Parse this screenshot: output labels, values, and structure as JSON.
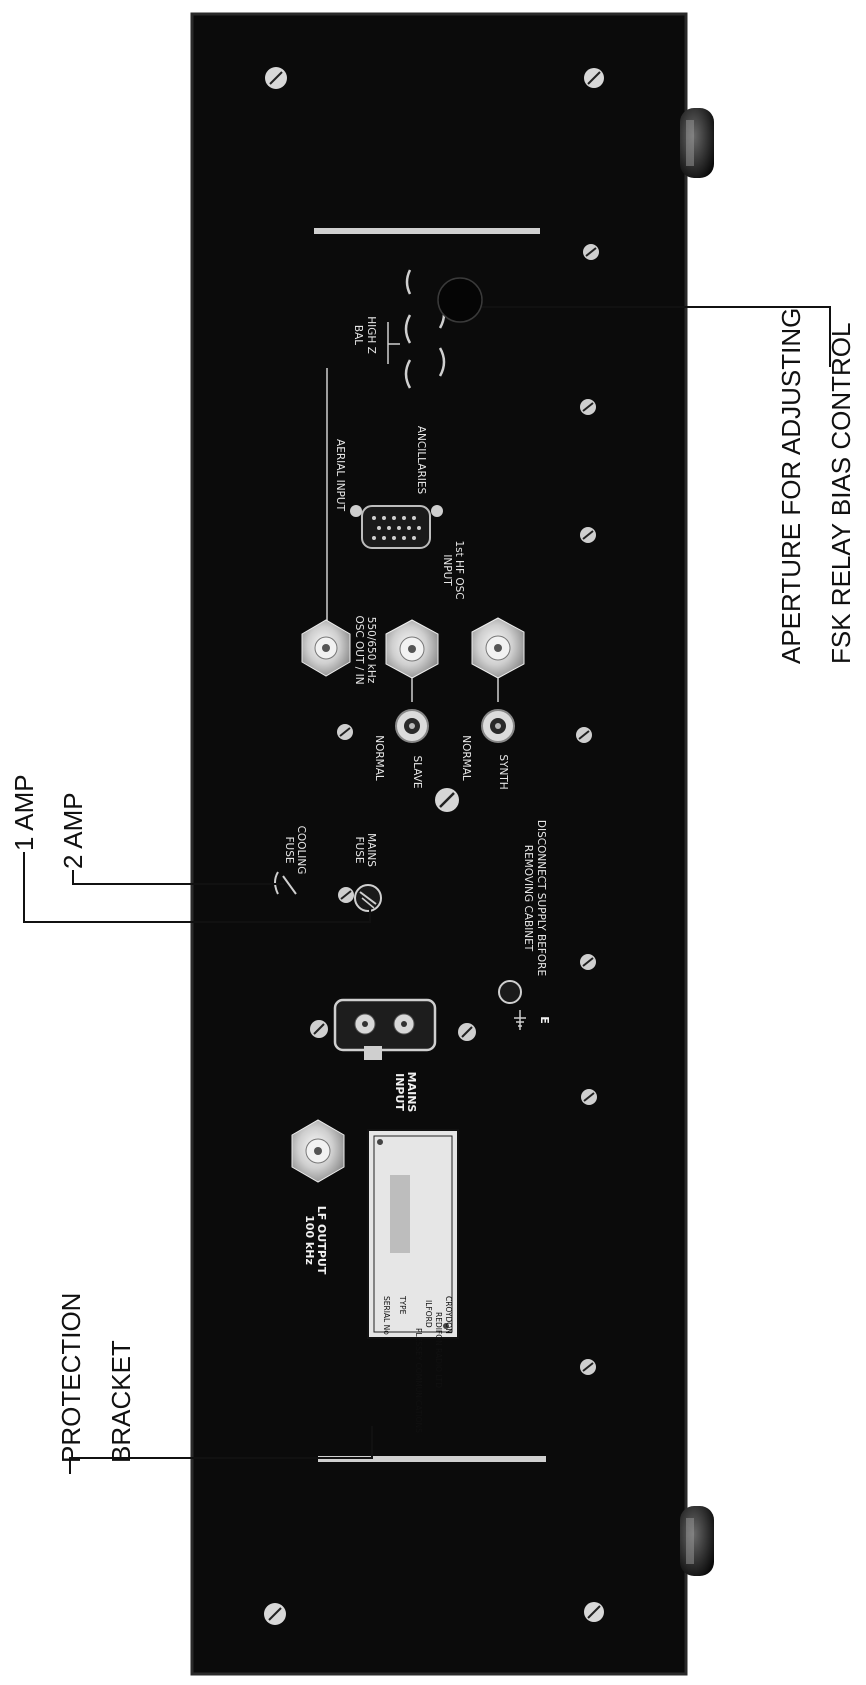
{
  "callouts": {
    "protection_line1": "PROTECTION",
    "protection_line2": "BRACKET",
    "amp1": "1 AMP",
    "amp2": "2 AMP",
    "aperture_line1": "APERTURE FOR ADJUSTING",
    "aperture_line2": "FSK RELAY BIAS CONTROL"
  },
  "panel": {
    "aerial_input": "AERIAL INPUT",
    "high_z": "HIGH Z",
    "bal": "BAL",
    "ancillaries": "ANCILLARIES",
    "osc_out_in_1": "550/650 kHz",
    "osc_out_in_2": "OSC OUT / IN",
    "hf_osc_1": "1st HF OSC",
    "hf_osc_2": "INPUT",
    "normal_1": "NORMAL",
    "slave": "SLAVE",
    "normal_2": "NORMAL",
    "synth": "SYNTH",
    "disconnect_1": "DISCONNECT SUPPLY BEFORE",
    "disconnect_2": "REMOVING CABINET",
    "cooling_1": "COOLING",
    "cooling_2": "FUSE",
    "mains_fuse_1": "MAINS",
    "mains_fuse_2": "FUSE",
    "mains_input_1": "MAINS",
    "mains_input_2": "INPUT",
    "earth": "E",
    "lf_output_1": "LF OUTPUT",
    "lf_output_2": "100 kHz",
    "plate_serial": "SERIAL No",
    "plate_type": "TYPE",
    "plate_line3": "PLESSEY COMMUNICATIONS",
    "plate_line4": "ILFORD",
    "plate_line5": "REDIFON RADIO LTD",
    "plate_line6": "CROYDON"
  }
}
